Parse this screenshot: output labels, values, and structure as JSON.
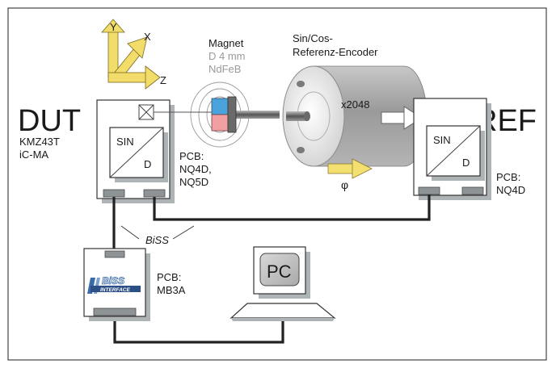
{
  "axes": {
    "y": "Y",
    "x": "X",
    "z": "Z"
  },
  "magnet": {
    "title": "Magnet",
    "size": "D 4 mm",
    "material": "NdFeB"
  },
  "encoder": {
    "line1": "Sin/Cos-",
    "line2": "Referenz-Encoder",
    "resolution": "x2048",
    "angle": "φ"
  },
  "dut": {
    "title": "DUT",
    "sensor1": "KMZ43T",
    "sensor2": "iC-MA",
    "chip_top": "SIN",
    "chip_bottom": "D",
    "pcb_label": "PCB:",
    "pcb_line1": "NQ4D,",
    "pcb_line2": "NQ5D"
  },
  "ref": {
    "title": "REF",
    "chip_top": "SIN",
    "chip_bottom": "D",
    "pcb_label": "PCB:",
    "pcb_line1": "NQ4D"
  },
  "bus": {
    "label": "BiSS"
  },
  "interface": {
    "logo_main": "BiSS",
    "logo_sub": "INTERFACE",
    "pcb_label": "PCB:",
    "pcb_line1": "MB3A"
  },
  "pc": {
    "label": "PC"
  },
  "colors": {
    "magnet_top": "#4aa3dc",
    "magnet_bottom": "#f0a0a0",
    "axis_arrows": "#f2dc6a",
    "rotation_arrow": "#f4e070",
    "shadow": "#aeb4b6"
  }
}
